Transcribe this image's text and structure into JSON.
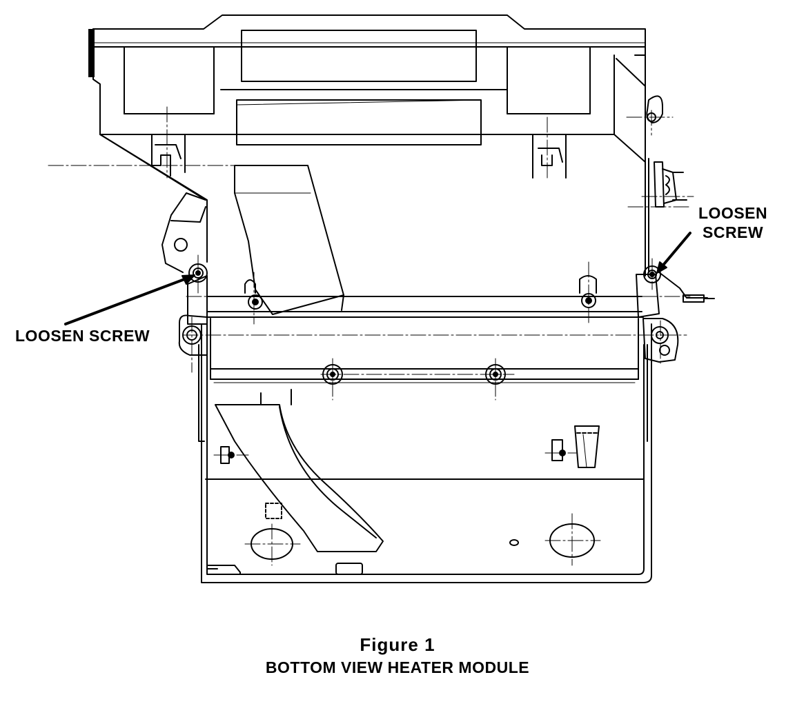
{
  "callouts": {
    "left": "LOOSEN SCREW",
    "right_line1": "LOOSEN",
    "right_line2": "SCREW"
  },
  "caption": {
    "number": "Figure 1",
    "title": "BOTTOM VIEW HEATER MODULE"
  }
}
